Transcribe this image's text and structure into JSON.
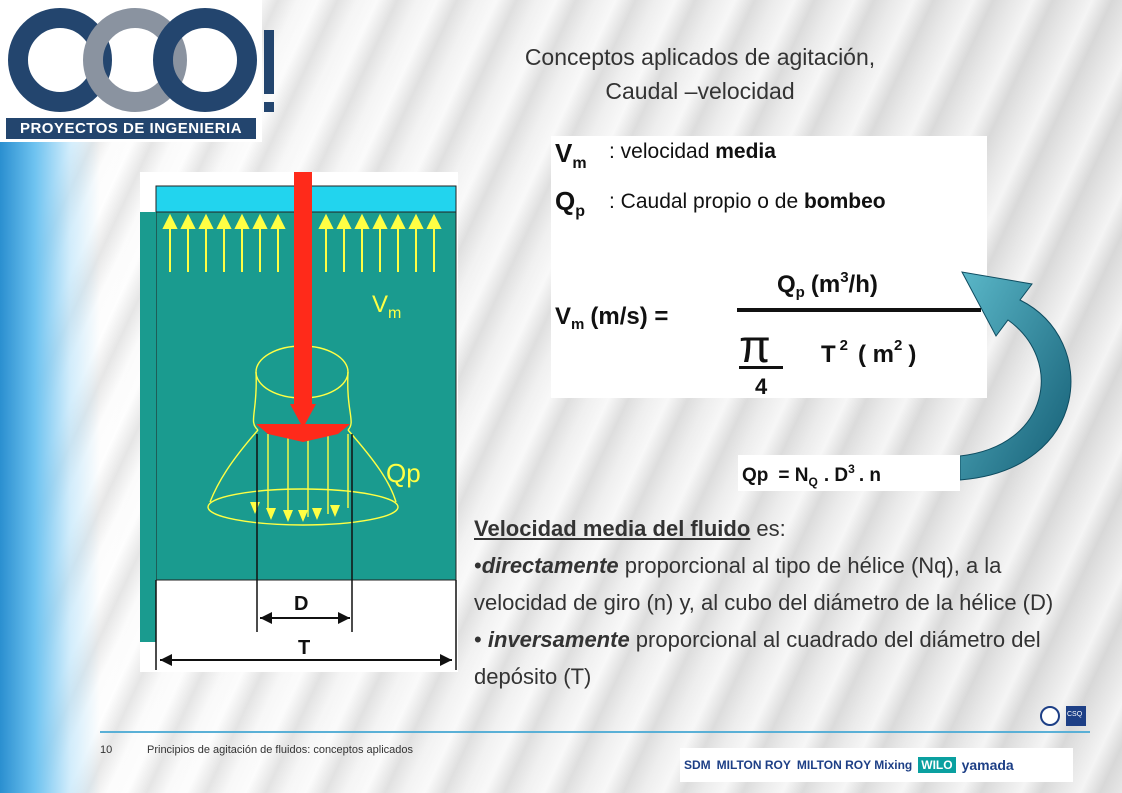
{
  "logo": {
    "text": "PROYECTOS DE INGENIERIA"
  },
  "title": {
    "line1": "Conceptos aplicados de agitación,",
    "line2": "Caudal –velocidad"
  },
  "formula": {
    "vm_symbol": "V",
    "vm_sub": "m",
    "vm_desc_pre": ": velocidad ",
    "vm_desc_bold": "media",
    "qp_symbol": "Q",
    "qp_sub": "p",
    "qp_desc_pre": ": Caudal propio o de ",
    "qp_desc_bold": "bombeo",
    "lhs": "(m/s) =",
    "numerator_unit": "(m",
    "numerator_exp": "3",
    "numerator_tail": "/h)",
    "pi": "π",
    "four": "4",
    "T": "T",
    "T_exp": "2",
    "m2_open": "( m",
    "m2_exp": "2",
    "m2_close": ")"
  },
  "qp_formula": {
    "lhs": "Qp",
    "eq": "= N",
    "sub": "Q",
    "d": ". D",
    "d_exp": "3",
    "n": ". n"
  },
  "diagram": {
    "vm_label": "V",
    "vm_sub": "m",
    "qp_label": "Qp",
    "d_label": "D",
    "t_label": "T"
  },
  "body": {
    "heading": "Velocidad media del fluido",
    "heading_tail": " es:",
    "b1_bullet": "•",
    "b1_emph": "directamente",
    "b1_rest": " proporcional al tipo de hélice (Nq), a la velocidad de giro (n) y, al cubo del diámetro de la hélice (D)",
    "b2_bullet": "• ",
    "b2_emph": "inversamente",
    "b2_rest": " proporcional al cuadrado del diámetro del depósito (T)"
  },
  "footer": {
    "page": "10",
    "text": "Principios de agitación de fluidos: conceptos aplicados"
  },
  "brands": [
    "SDM",
    "MILTON ROY",
    "MILTON ROY Mixing",
    "WILO",
    "yamada"
  ],
  "cert": {
    "label": "CSQ"
  },
  "colors": {
    "tank": "#1a9b8f",
    "shaft": "#ff2a1a",
    "arrow": "#ffff44",
    "surface": "#22d4ee",
    "curved_arrow": "#1d6e86",
    "footer_line": "#5ab0d6"
  }
}
